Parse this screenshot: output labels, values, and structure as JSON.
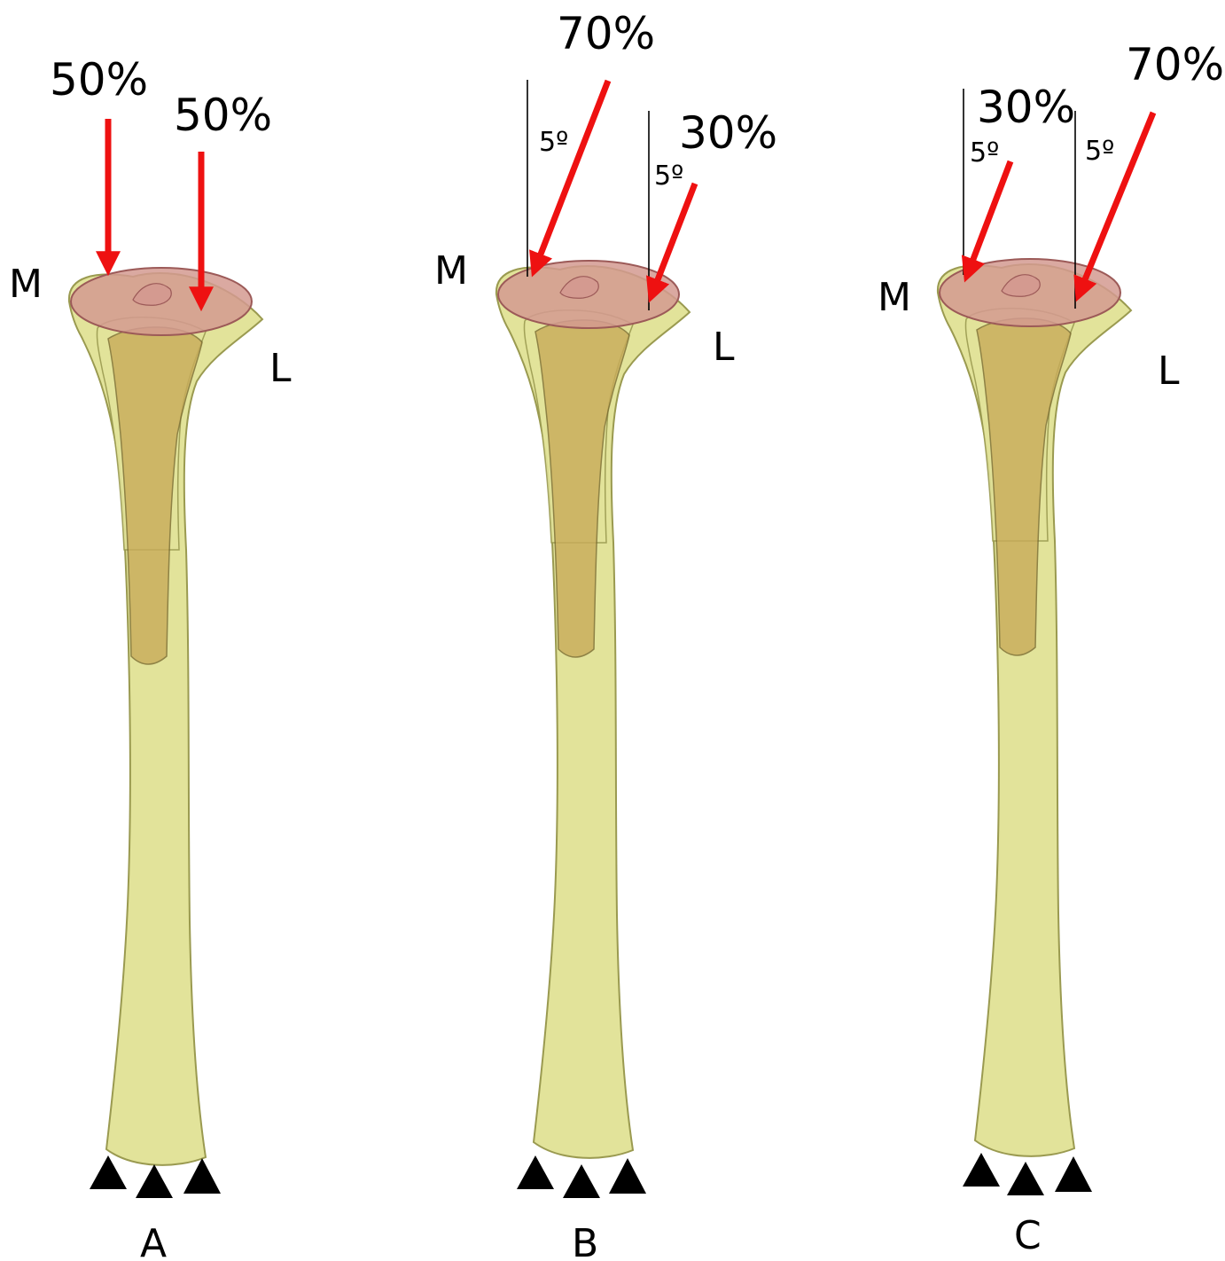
{
  "colors": {
    "bone_fill": "#e2e39a",
    "bone_stroke": "#9a9a50",
    "canal_fill": "#c8ac5a",
    "canal_stroke": "#7a6a30",
    "plateau_fill": "#d49a90",
    "plateau_stroke": "#9c5a58",
    "arrow": "#ee1111",
    "support": "#000000"
  },
  "panels": [
    {
      "panel_label": "A",
      "medial_label": "M",
      "lateral_label": "L",
      "medial_load": {
        "percent": "50%",
        "angle_label": ""
      },
      "lateral_load": {
        "percent": "50%",
        "angle_label": ""
      }
    },
    {
      "panel_label": "B",
      "medial_label": "M",
      "lateral_label": "L",
      "medial_load": {
        "percent": "70%",
        "angle_label": "5º"
      },
      "lateral_load": {
        "percent": "30%",
        "angle_label": "5º"
      }
    },
    {
      "panel_label": "C",
      "medial_label": "M",
      "lateral_label": "L",
      "medial_load": {
        "percent": "30%",
        "angle_label": "5º"
      },
      "lateral_load": {
        "percent": "70%",
        "angle_label": "5º"
      }
    }
  ]
}
